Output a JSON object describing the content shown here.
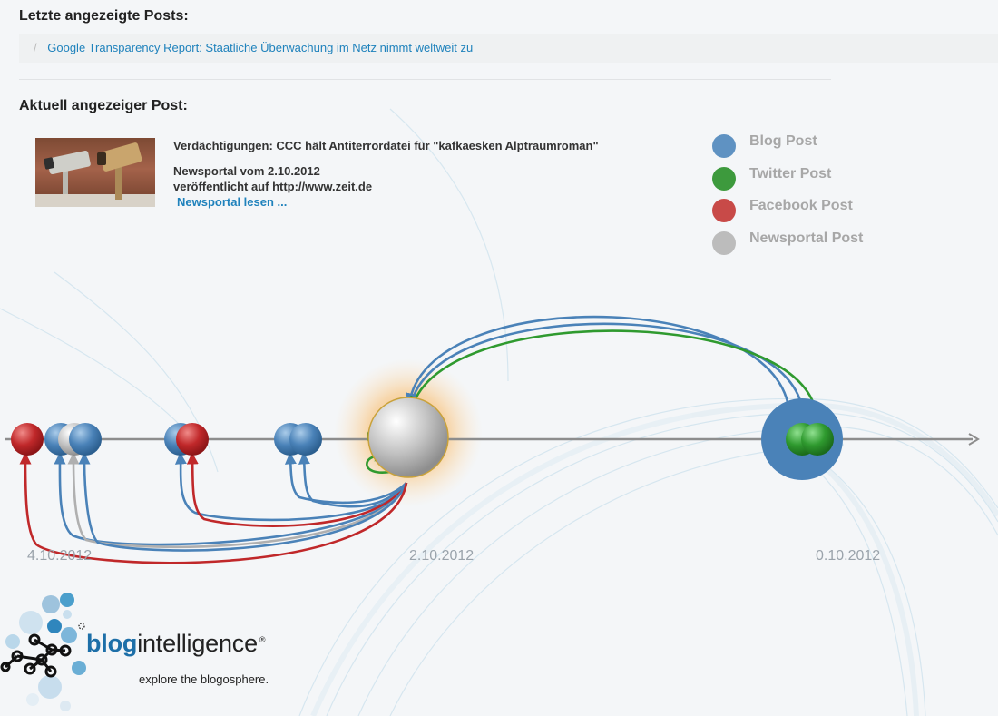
{
  "recent": {
    "title": "Letzte angezeigte Posts:",
    "separator": "/",
    "link": "Google Transparency Report: Staatliche Überwachung im Netz nimmt weltweit zu"
  },
  "current": {
    "title": "Aktuell angezeiger Post:",
    "post_title": "Verdächtigungen: CCC hält Antiterrordatei für \"kafkaesken Alptraumroman\"",
    "date_line": "Newsportal vom 2.10.2012",
    "source_line": "veröffentlicht auf http://www.zeit.de",
    "read_link": "Newsportal lesen ..."
  },
  "legend": [
    {
      "label": "Blog Post",
      "color": "#5f92c2"
    },
    {
      "label": "Twitter Post",
      "color": "#3d9a3d"
    },
    {
      "label": "Facebook Post",
      "color": "#c84a48"
    },
    {
      "label": "Newsportal Post",
      "color": "#bcbcbc"
    }
  ],
  "timeline": {
    "dates": [
      "4.10.2012",
      "2.10.2012",
      "0.10.2012"
    ],
    "colors": {
      "blog": "#4a82b8",
      "twitter": "#2f9a2f",
      "facebook": "#c0282a",
      "newsportal": "#b0b0b0",
      "axis": "#8d8d8d",
      "glow": "#f6a24a"
    }
  },
  "logo": {
    "word_blog": "blog",
    "word_intel": "intelligence",
    "registered": "®",
    "tagline": "explore the blogosphere."
  }
}
